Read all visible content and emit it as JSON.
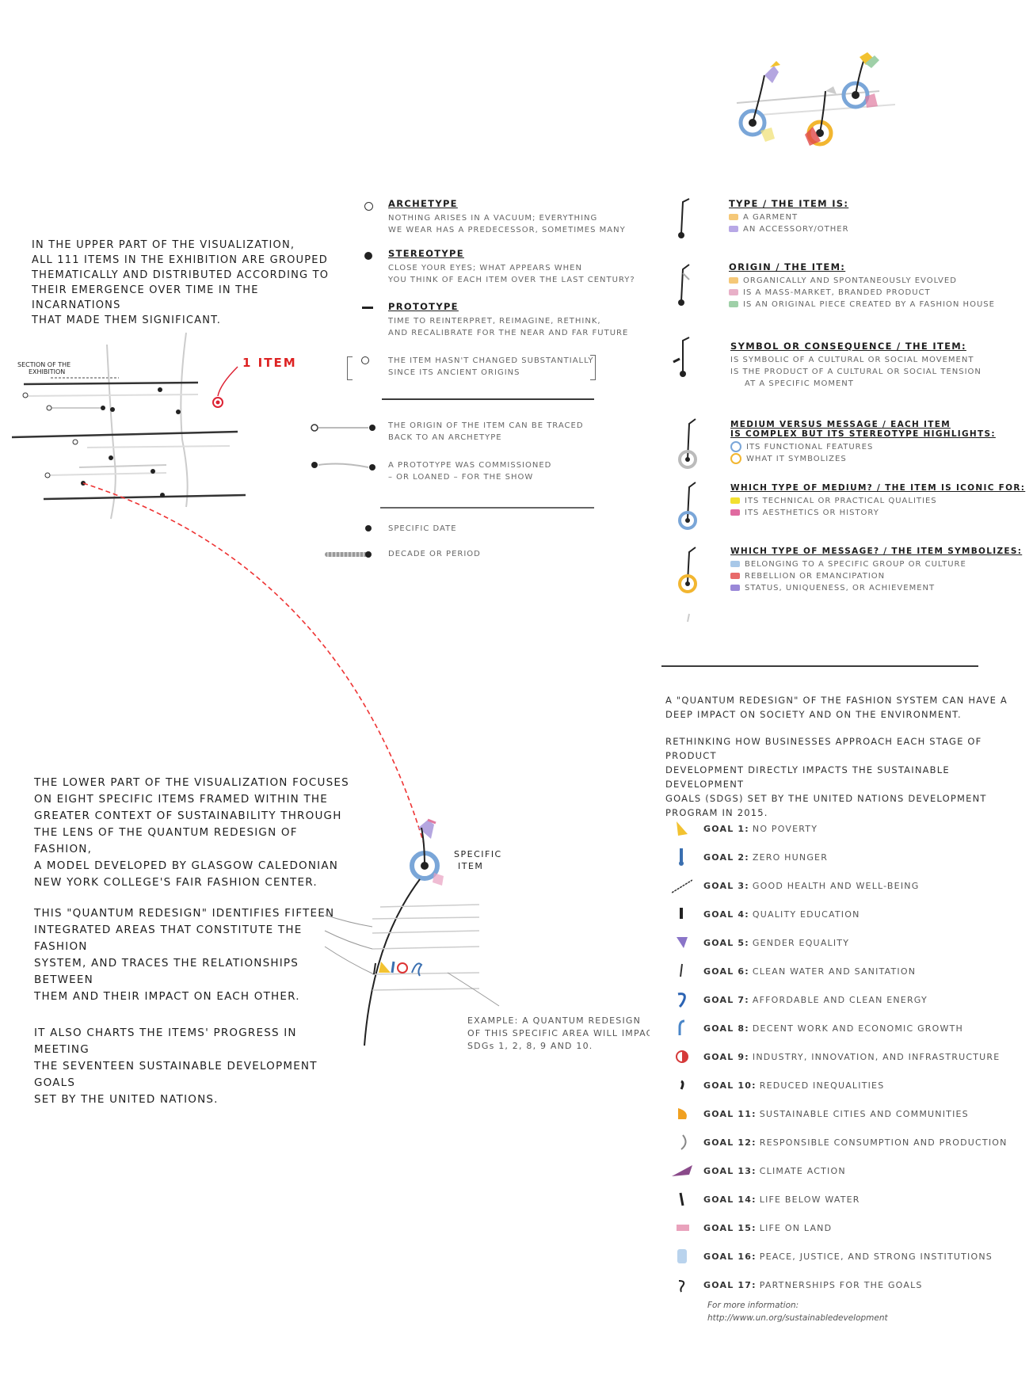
{
  "intro_upper": {
    "line1": "IN THE UPPER PART OF THE VISUALIZATION,",
    "line2": "ALL 111 ITEMS IN THE EXHIBITION ARE GROUPED",
    "line3": "THEMATICALLY AND DISTRIBUTED ACCORDING TO",
    "line4": "THEIR EMERGENCE OVER TIME IN THE INCARNATIONS",
    "line5": "THAT MADE THEM SIGNIFICANT."
  },
  "upper_diagram": {
    "section_label_1": "SECTION OF THE",
    "section_label_2": "EXHIBITION",
    "item_label": "1 ITEM"
  },
  "timeline_legend": {
    "archetype": {
      "title": "ARCHETYPE",
      "line1": "NOTHING ARISES IN A VACUUM; EVERYTHING",
      "line2": "WE WEAR HAS A PREDECESSOR, SOMETIMES MANY"
    },
    "stereotype": {
      "title": "STEREOTYPE",
      "line1": "CLOSE YOUR EYES; WHAT APPEARS WHEN",
      "line2": "YOU THINK OF EACH ITEM OVER THE LAST CENTURY?"
    },
    "prototype": {
      "title": "PROTOTYPE",
      "line1": "TIME TO REINTERPRET, REIMAGINE, RETHINK,",
      "line2": "AND RECALIBRATE FOR THE NEAR AND FAR FUTURE"
    },
    "unchanged": {
      "line1": "THE ITEM HASN'T CHANGED SUBSTANTIALLY",
      "line2": "SINCE ITS ANCIENT ORIGINS"
    },
    "traced": {
      "line1": "THE ORIGIN OF THE ITEM CAN BE TRACED",
      "line2": "BACK TO AN ARCHETYPE"
    },
    "commissioned": {
      "line1": "A PROTOTYPE WAS COMMISSIONED",
      "line2": "– OR LOANED – FOR THE SHOW"
    },
    "specific_date": "SPECIFIC DATE",
    "decade": "DECADE OR PERIOD"
  },
  "item_legend": {
    "type": {
      "title": "TYPE / THE ITEM IS:",
      "opt1": "A GARMENT",
      "opt2": "AN ACCESSORY/OTHER"
    },
    "origin": {
      "title": "ORIGIN / THE ITEM:",
      "opt1": "ORGANICALLY AND SPONTANEOUSLY EVOLVED",
      "opt2": "IS A MASS-MARKET, BRANDED PRODUCT",
      "opt3": "IS AN ORIGINAL PIECE CREATED BY A FASHION HOUSE"
    },
    "symbol": {
      "title": "SYMBOL OR CONSEQUENCE / THE ITEM:",
      "opt1": "IS SYMBOLIC OF A CULTURAL OR SOCIAL MOVEMENT",
      "opt2": "IS THE PRODUCT OF A CULTURAL OR SOCIAL TENSION",
      "opt2b": "AT A SPECIFIC MOMENT"
    },
    "medium_message": {
      "title1": "MEDIUM VERSUS MESSAGE / EACH ITEM",
      "title2": "IS COMPLEX BUT ITS STEREOTYPE HIGHLIGHTS:",
      "opt1": "ITS FUNCTIONAL FEATURES",
      "opt2": "WHAT IT SYMBOLIZES"
    },
    "medium": {
      "title": "WHICH TYPE OF MEDIUM? / THE ITEM IS ICONIC FOR:",
      "opt1": "ITS TECHNICAL OR PRACTICAL QUALITIES",
      "opt2": "ITS AESTHETICS OR HISTORY"
    },
    "message": {
      "title": "WHICH TYPE OF MESSAGE? / THE ITEM SYMBOLIZES:",
      "opt1": "BELONGING TO A SPECIFIC GROUP OR CULTURE",
      "opt2": "REBELLION OR EMANCIPATION",
      "opt3": "STATUS, UNIQUENESS, OR ACHIEVEMENT"
    }
  },
  "quantum_text": {
    "p1_line1": "A \"QUANTUM REDESIGN\" OF THE FASHION SYSTEM CAN HAVE A",
    "p1_line2": "DEEP IMPACT ON SOCIETY AND ON THE ENVIRONMENT.",
    "p2_line1": "RETHINKING HOW BUSINESSES APPROACH EACH STAGE OF PRODUCT",
    "p2_line2": "DEVELOPMENT DIRECTLY IMPACTS THE SUSTAINABLE DEVELOPMENT",
    "p2_line3": "GOALS (SDGs) SET BY THE UNITED NATIONS DEVELOPMENT",
    "p2_line4": "PROGRAM IN 2015."
  },
  "goals": [
    {
      "num": "GOAL 1:",
      "label": "NO POVERTY",
      "color": "#f2c230"
    },
    {
      "num": "GOAL 2:",
      "label": "ZERO HUNGER",
      "color": "#3a6fb0"
    },
    {
      "num": "GOAL 3:",
      "label": "GOOD HEALTH AND WELL-BEING",
      "color": "#333333"
    },
    {
      "num": "GOAL 4:",
      "label": "QUALITY EDUCATION",
      "color": "#222222"
    },
    {
      "num": "GOAL 5:",
      "label": "GENDER EQUALITY",
      "color": "#8a74c8"
    },
    {
      "num": "GOAL 6:",
      "label": "CLEAN WATER AND SANITATION",
      "color": "#333333"
    },
    {
      "num": "GOAL 7:",
      "label": "AFFORDABLE AND CLEAN ENERGY",
      "color": "#2b63b3"
    },
    {
      "num": "GOAL 8:",
      "label": "DECENT WORK AND ECONOMIC GROWTH",
      "color": "#4a86c8"
    },
    {
      "num": "GOAL 9:",
      "label": "INDUSTRY, INNOVATION, AND INFRASTRUCTURE",
      "color": "#d53a3a"
    },
    {
      "num": "GOAL 10:",
      "label": "REDUCED INEQUALITIES",
      "color": "#222222"
    },
    {
      "num": "GOAL 11:",
      "label": "SUSTAINABLE CITIES AND COMMUNITIES",
      "color": "#f0a020"
    },
    {
      "num": "GOAL 12:",
      "label": "RESPONSIBLE CONSUMPTION AND PRODUCTION",
      "color": "#888888"
    },
    {
      "num": "GOAL 13:",
      "label": "CLIMATE ACTION",
      "color": "#8a4a8a"
    },
    {
      "num": "GOAL 14:",
      "label": "LIFE BELOW WATER",
      "color": "#222222"
    },
    {
      "num": "GOAL 15:",
      "label": "LIFE ON LAND",
      "color": "#e07aa0"
    },
    {
      "num": "GOAL 16:",
      "label": "PEACE, JUSTICE, AND STRONG INSTITUTIONS",
      "color": "#a8c8e8"
    },
    {
      "num": "GOAL 17:",
      "label": "PARTNERSHIPS FOR THE GOALS",
      "color": "#222222"
    }
  ],
  "more_info": {
    "line1": "For more information:",
    "line2": "http://www.un.org/sustainabledevelopment"
  },
  "lower_text": {
    "p1_line1": "THE LOWER PART OF THE VISUALIZATION FOCUSES",
    "p1_line2": "ON EIGHT SPECIFIC ITEMS FRAMED WITHIN THE",
    "p1_line3": "GREATER CONTEXT OF SUSTAINABILITY THROUGH",
    "p1_line4": "THE LENS OF THE QUANTUM REDESIGN OF FASHION,",
    "p1_line5": "A MODEL DEVELOPED BY GLASGOW CALEDONIAN",
    "p1_line6": "NEW YORK COLLEGE'S FAIR FASHION CENTER.",
    "p2_line1": "THIS \"QUANTUM REDESIGN\" IDENTIFIES FIFTEEN",
    "p2_line2": "INTEGRATED AREAS THAT CONSTITUTE THE FASHION",
    "p2_line3": "SYSTEM, AND TRACES THE RELATIONSHIPS BETWEEN",
    "p2_line4": "THEM AND THEIR IMPACT ON EACH OTHER.",
    "p3_line1": "IT ALSO CHARTS THE ITEMS' PROGRESS IN MEETING",
    "p3_line2": "THE SEVENTEEN SUSTAINABLE DEVELOPMENT GOALS",
    "p3_line3": "SET BY THE UNITED NATIONS."
  },
  "lower_diagram": {
    "specific_item_1": "SPECIFIC",
    "specific_item_2": "ITEM",
    "example_1": "EXAMPLE: A QUANTUM REDESIGN",
    "example_2": "OF THIS SPECIFIC AREA WILL IMPACT",
    "example_3": "SDGs 1, 2, 8, 9 AND 10."
  }
}
